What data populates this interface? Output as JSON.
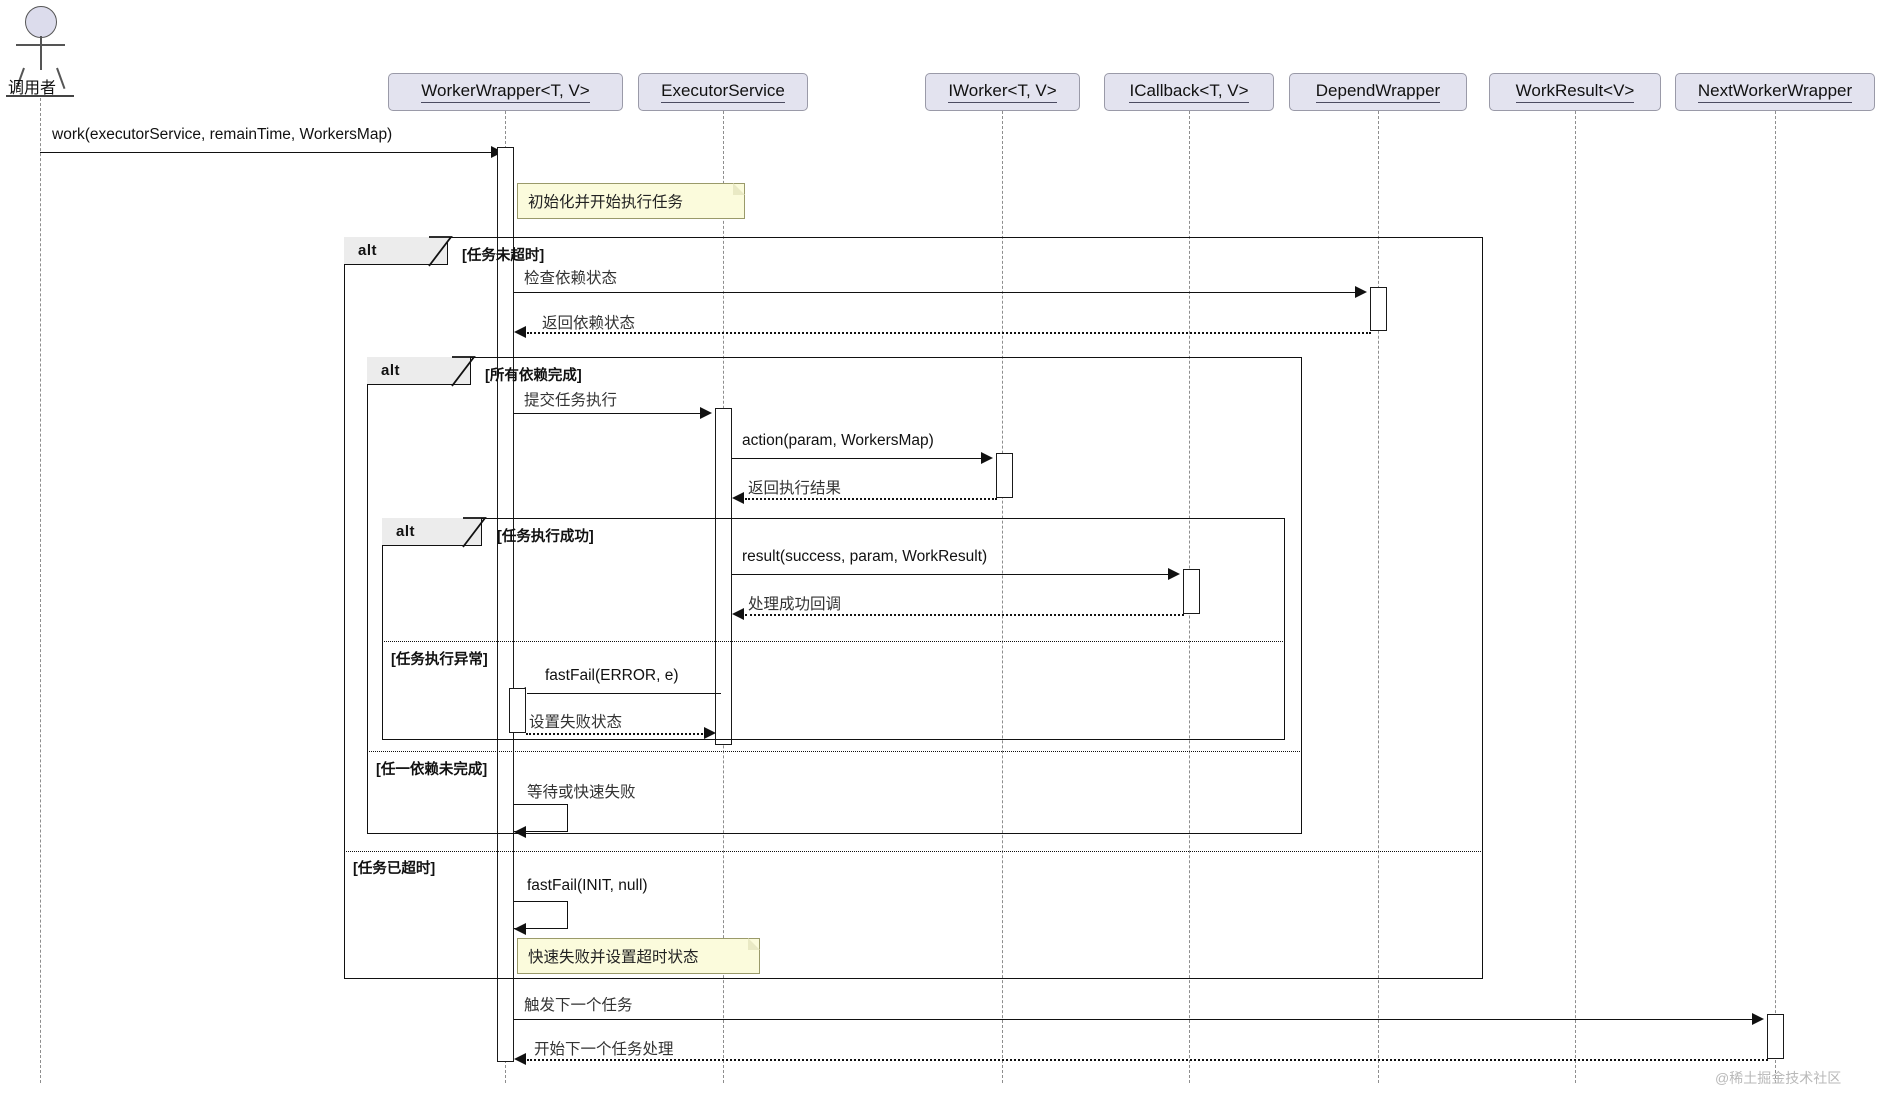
{
  "diagram": {
    "kind": "uml-sequence-diagram",
    "watermark": "@稀土掘金技术社区",
    "actor": {
      "name": "调用者",
      "icon": "actor-stick-figure"
    },
    "participants": [
      {
        "id": "workerwrapper",
        "label": "WorkerWrapper<T, V>"
      },
      {
        "id": "executorservice",
        "label": "ExecutorService"
      },
      {
        "id": "iworker",
        "label": "IWorker<T, V>"
      },
      {
        "id": "icallback",
        "label": "ICallback<T, V>"
      },
      {
        "id": "dependwrapper",
        "label": "DependWrapper"
      },
      {
        "id": "workresult",
        "label": "WorkResult<V>"
      },
      {
        "id": "nextworkerwrapper",
        "label": "NextWorkerWrapper"
      }
    ],
    "notes": [
      {
        "id": "note-init",
        "text": "初始化并开始执行任务"
      },
      {
        "id": "note-timeout",
        "text": "快速失败并设置超时状态"
      }
    ],
    "fragments": [
      {
        "id": "alt-outer",
        "operator": "alt",
        "guards": [
          "[任务未超时]",
          "[任务已超时]"
        ]
      },
      {
        "id": "alt-depend",
        "operator": "alt",
        "guards": [
          "[所有依赖完成]",
          "[任一依赖未完成]"
        ]
      },
      {
        "id": "alt-execute",
        "operator": "alt",
        "guards": [
          "[任务执行成功]",
          "[任务执行异常]"
        ]
      }
    ],
    "messages": [
      {
        "id": "m01",
        "text": "work(executorService, remainTime, WorkersMap)",
        "from": "调用者",
        "to": "WorkerWrapper<T, V>",
        "style": "solid"
      },
      {
        "id": "m02",
        "text": "检查依赖状态",
        "from": "WorkerWrapper<T, V>",
        "to": "DependWrapper",
        "style": "solid"
      },
      {
        "id": "m03",
        "text": "返回依赖状态",
        "from": "DependWrapper",
        "to": "WorkerWrapper<T, V>",
        "style": "dotted"
      },
      {
        "id": "m04",
        "text": "提交任务执行",
        "from": "WorkerWrapper<T, V>",
        "to": "ExecutorService",
        "style": "solid"
      },
      {
        "id": "m05",
        "text": "action(param, WorkersMap)",
        "from": "ExecutorService",
        "to": "IWorker<T, V>",
        "style": "solid"
      },
      {
        "id": "m06",
        "text": "返回执行结果",
        "from": "IWorker<T, V>",
        "to": "ExecutorService",
        "style": "dotted"
      },
      {
        "id": "m07",
        "text": "result(success, param, WorkResult)",
        "from": "ExecutorService",
        "to": "ICallback<T, V>",
        "style": "solid"
      },
      {
        "id": "m08",
        "text": "处理成功回调",
        "from": "ICallback<T, V>",
        "to": "ExecutorService",
        "style": "dotted"
      },
      {
        "id": "m09",
        "text": "fastFail(ERROR, e)",
        "from": "ExecutorService",
        "to": "WorkerWrapper<T, V>",
        "style": "solid"
      },
      {
        "id": "m10",
        "text": "设置失败状态",
        "from": "WorkerWrapper<T, V>",
        "to": "ExecutorService",
        "style": "dotted"
      },
      {
        "id": "m11",
        "text": "等待或快速失败",
        "from": "WorkerWrapper<T, V>",
        "to": "WorkerWrapper<T, V>",
        "style": "self"
      },
      {
        "id": "m12",
        "text": "fastFail(INIT, null)",
        "from": "WorkerWrapper<T, V>",
        "to": "WorkerWrapper<T, V>",
        "style": "self"
      },
      {
        "id": "m13",
        "text": "触发下一个任务",
        "from": "WorkerWrapper<T, V>",
        "to": "NextWorkerWrapper",
        "style": "solid"
      },
      {
        "id": "m14",
        "text": "开始下一个任务处理",
        "from": "NextWorkerWrapper",
        "to": "WorkerWrapper<T, V>",
        "style": "dotted"
      }
    ],
    "colors": {
      "participant_fill": "#e3e3ef",
      "participant_border": "#9a9aa8",
      "note_fill": "#fbfbdc",
      "note_border": "#9a9a6a",
      "fragment_tab_fill": "#ececec",
      "line": "#111111"
    }
  }
}
